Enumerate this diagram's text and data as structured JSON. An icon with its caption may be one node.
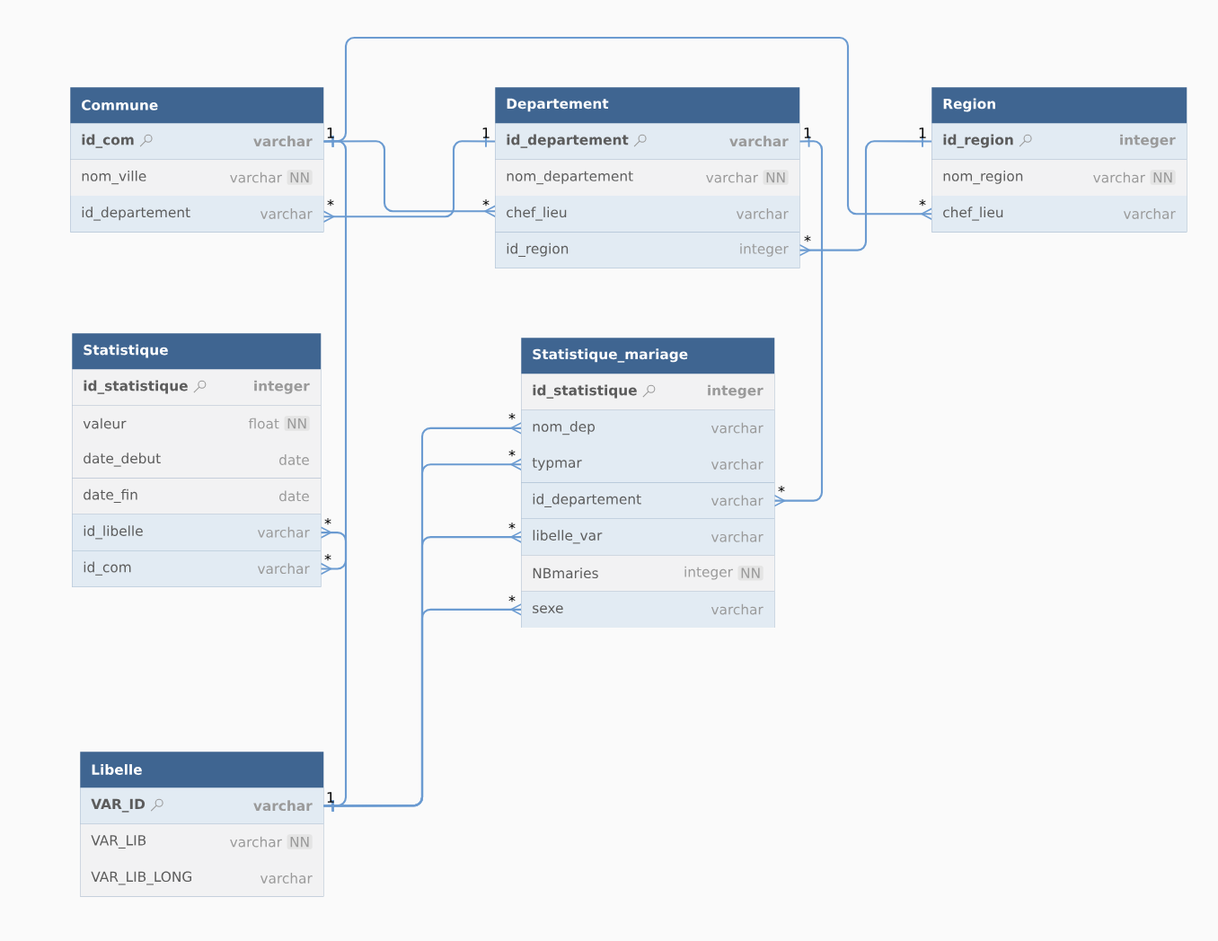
{
  "diagram": {
    "nodes": [
      {
        "text": [
          "Commune"
        ]
      },
      {
        "text": [
          "id_com",
          "varchar"
        ],
        "in": 0
      },
      {
        "text": [
          "nom_ville",
          "varchar",
          "NN"
        ],
        "in": 0
      },
      {
        "text": [
          "id_departement",
          "varchar"
        ],
        "in": 0
      },
      {
        "text": [
          "Departement"
        ]
      },
      {
        "text": [
          "id_departement",
          "varchar"
        ],
        "in": 4
      },
      {
        "text": [
          "nom_departement",
          "varchar",
          "NN"
        ],
        "in": 4
      },
      {
        "text": [
          "chef_lieu",
          "varchar"
        ],
        "in": 4
      },
      {
        "text": [
          "id_region",
          "integer"
        ],
        "in": 4
      },
      {
        "text": [
          "Region"
        ]
      },
      {
        "text": [
          "id_region",
          "integer"
        ],
        "in": 9
      },
      {
        "text": [
          "nom_region",
          "varchar",
          "NN"
        ],
        "in": 9
      },
      {
        "text": [
          "chef_lieu",
          "varchar"
        ],
        "in": 9
      },
      {
        "text": [
          "Statistique"
        ]
      },
      {
        "text": [
          "id_statistique",
          "integer"
        ],
        "in": 13
      },
      {
        "text": [
          "valeur",
          "float",
          "NN"
        ],
        "in": 13
      },
      {
        "text": [
          "date_debut",
          "date"
        ],
        "in": 13
      },
      {
        "text": [
          "date_fin",
          "date"
        ],
        "in": 13
      },
      {
        "text": [
          "id_libelle",
          "varchar"
        ],
        "in": 13
      },
      {
        "text": [
          "id_com",
          "varchar"
        ],
        "in": 13
      },
      {
        "text": [
          "Statistique_mariage"
        ]
      },
      {
        "text": [
          "id_statistique",
          "integer"
        ],
        "in": 20
      },
      {
        "text": [
          "nom_dep",
          "varchar"
        ],
        "in": 20
      },
      {
        "text": [
          "typmar",
          "varchar"
        ],
        "in": 20
      },
      {
        "text": [
          "id_departement",
          "varchar"
        ],
        "in": 20
      },
      {
        "text": [
          "libelle_var",
          "varchar"
        ],
        "in": 20
      },
      {
        "text": [
          "NBmaries",
          "integer",
          "NN"
        ],
        "in": 20
      },
      {
        "text": [
          "sexe",
          "varchar"
        ],
        "in": 20
      },
      {
        "text": [
          "Libelle"
        ]
      },
      {
        "text": [
          "VAR_ID",
          "varchar"
        ],
        "in": 28
      },
      {
        "text": [
          "VAR_LIB",
          "varchar",
          "NN"
        ],
        "in": 28
      },
      {
        "text": [
          "VAR_LIB_LONG",
          "varchar"
        ],
        "in": 28
      }
    ],
    "edges": [
      {
        "from": 1,
        "to": 7,
        "arrow": "other"
      },
      {
        "from": 5,
        "to": 3,
        "arrow": "other"
      },
      {
        "from": 5,
        "to": 24,
        "arrow": "other"
      },
      {
        "from": 10,
        "to": 8,
        "arrow": "other"
      },
      {
        "from": 1,
        "to": 12,
        "arrow": "other"
      },
      {
        "from": 1,
        "to": 19,
        "arrow": "other"
      },
      {
        "from": 29,
        "to": 18,
        "arrow": "other"
      },
      {
        "from": 29,
        "to": 22,
        "arrow": "other"
      },
      {
        "from": 29,
        "to": 23,
        "arrow": "other"
      },
      {
        "from": 29,
        "to": 25,
        "arrow": "other"
      },
      {
        "from": 29,
        "to": 27,
        "arrow": "other"
      }
    ],
    "labels": [
      "1",
      "1",
      "1",
      "1",
      "*",
      "*",
      "*",
      "*",
      "*",
      "*",
      "*",
      "*",
      "*",
      "*",
      "*",
      "1"
    ]
  }
}
